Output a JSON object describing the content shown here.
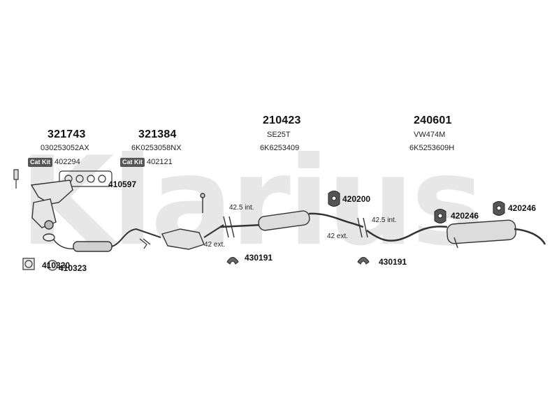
{
  "watermark": "Klarius",
  "parts": {
    "p321743": {
      "number": "321743",
      "oe": "030253052AX",
      "catkit_label": "Cat Kit",
      "catkit_number": "402294"
    },
    "p321384": {
      "number": "321384",
      "oe": "6K0253058NX",
      "catkit_label": "Cat Kit",
      "catkit_number": "402121"
    },
    "p210423": {
      "number": "210423",
      "code": "SE25T",
      "oe": "6K6253409"
    },
    "p240601": {
      "number": "240601",
      "code": "VW474M",
      "oe": "6K5253609H"
    }
  },
  "fittings": {
    "f410597": "410597",
    "f410320": "410320",
    "f410323": "410323",
    "f420200": "420200",
    "f420246a": "420246",
    "f420246b": "420246",
    "f430191a": "430191",
    "f430191b": "430191"
  },
  "dimensions": {
    "d1_int": "42.5 int.",
    "d1_ext": "42 ext.",
    "d2_int": "42.5 int.",
    "d2_ext": "42 ext."
  }
}
